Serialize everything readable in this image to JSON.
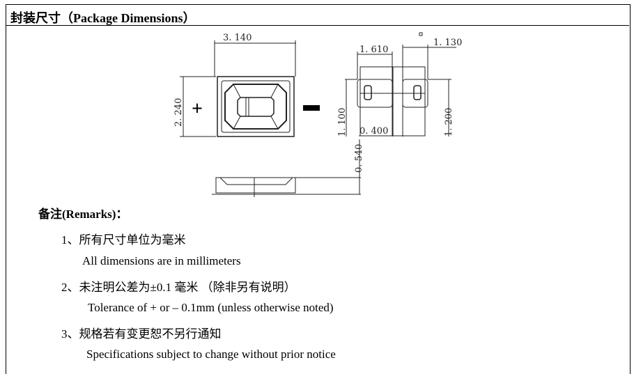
{
  "title": "封装尺寸（Package Dimensions）",
  "drawing": {
    "width": "3. 140",
    "height": "2. 240",
    "plus": "+",
    "minus": "−",
    "pad_width": "1. 610",
    "pad_gap_right": "1. 130",
    "pad_height_left": "1. 100",
    "pad_spacing": "0. 400",
    "pad_height_right": "1. 200",
    "thickness": "0. 540"
  },
  "remarks": {
    "heading": "备注(Remarks)：",
    "items": [
      {
        "cn": "1、所有尺寸单位为毫米",
        "en": "All dimensions are in millimeters"
      },
      {
        "cn": "2、未注明公差为±0.1 毫米 （除非另有说明）",
        "en": "Tolerance of + or – 0.1mm (unless otherwise noted)"
      },
      {
        "cn": "3、规格若有变更恕不另行通知",
        "en": "Specifications subject to change without prior notice"
      }
    ]
  }
}
